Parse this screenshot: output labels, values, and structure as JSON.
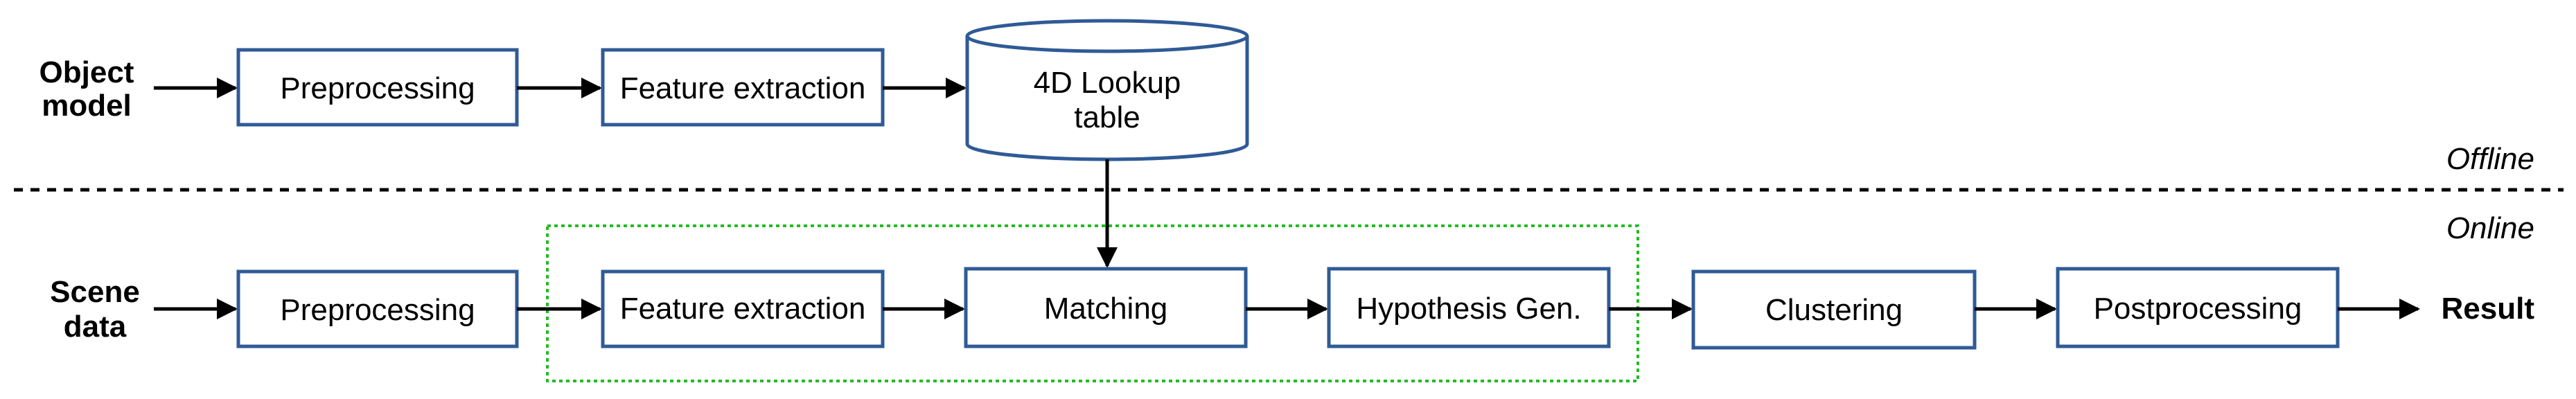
{
  "inputs": {
    "object_model": [
      "Object",
      "model"
    ],
    "scene_data": [
      "Scene",
      "data"
    ]
  },
  "offline": {
    "label": "Offline",
    "steps": [
      "Preprocessing",
      "Feature extraction"
    ],
    "lookup_table": [
      "4D Lookup",
      "table"
    ]
  },
  "online": {
    "label": "Online",
    "steps": [
      "Preprocessing",
      "Feature extraction",
      "Matching",
      "Hypothesis Gen.",
      "Clustering",
      "Postprocessing"
    ]
  },
  "output": {
    "result": "Result"
  },
  "colors": {
    "box_stroke": "#2f5b96",
    "highlight_group": "#22bb22",
    "arrow": "#000000"
  }
}
